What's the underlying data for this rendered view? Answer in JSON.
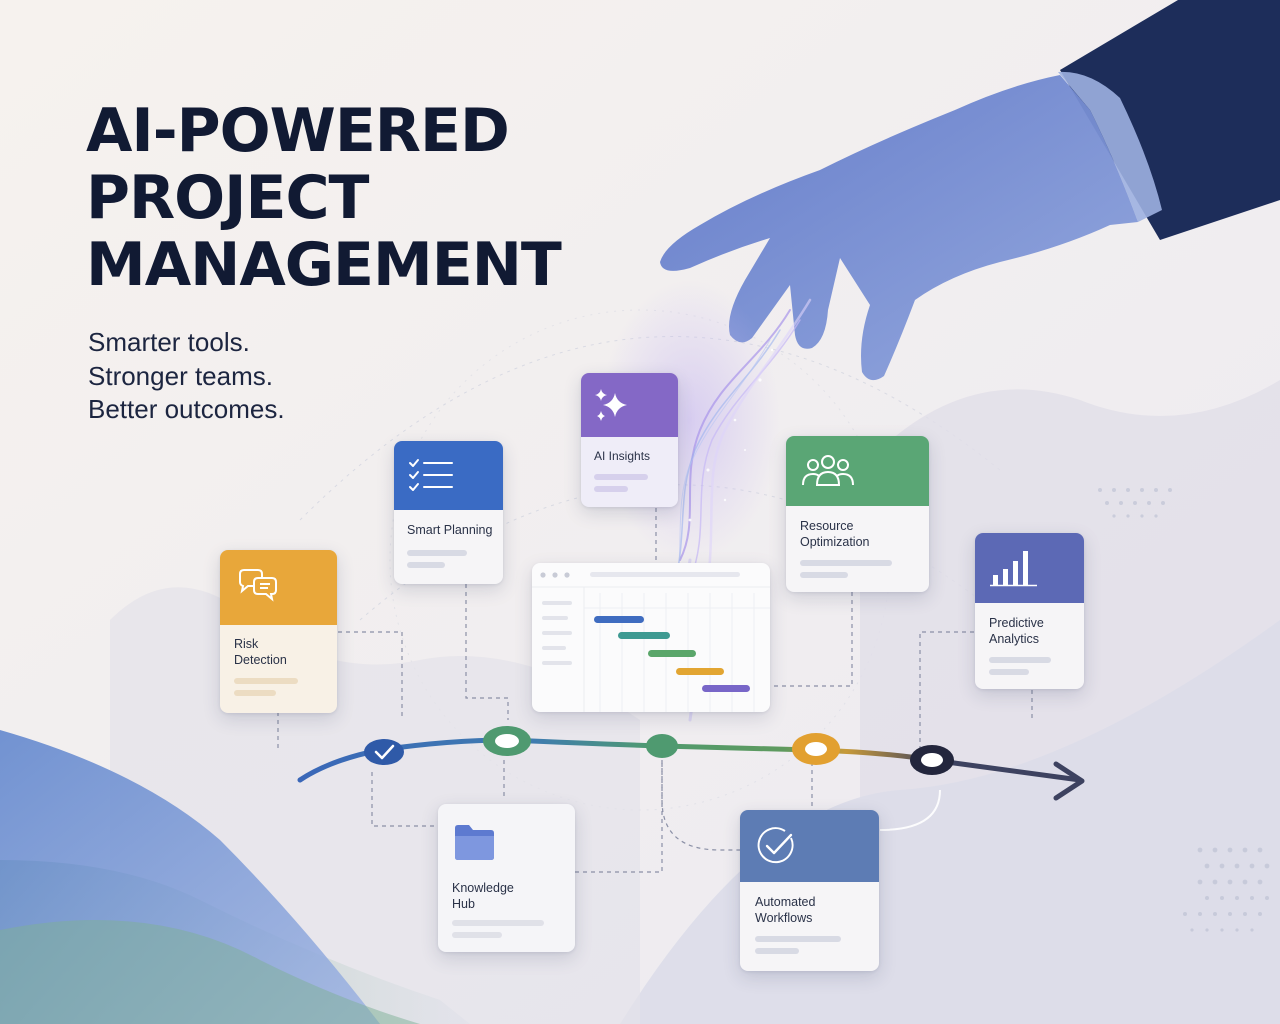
{
  "headline": {
    "line1": "AI-POWERED",
    "line2": "PROJECT",
    "line3": "MANAGEMENT"
  },
  "tagline": {
    "line1": "Smarter tools.",
    "line2": "Stronger teams.",
    "line3": "Better outcomes."
  },
  "cards": {
    "risk_detection": {
      "line1": "Risk",
      "line2": "Detection",
      "color": "#e8a73a",
      "icon": "chat-bubbles-icon"
    },
    "smart_planning": {
      "line1": "Smart Planning",
      "color": "#3a6bc4",
      "icon": "checklist-icon"
    },
    "ai_insights": {
      "line1": "AI Insights",
      "color": "#8468c6",
      "icon": "sparkles-icon"
    },
    "resource_optimization": {
      "line1": "Resource",
      "line2": "Optimization",
      "color": "#5aa675",
      "icon": "team-icon"
    },
    "predictive_analytics": {
      "line1": "Predictive",
      "line2": "Analytics",
      "color": "#5c69b5",
      "icon": "bar-chart-icon"
    },
    "knowledge_hub": {
      "line1": "Knowledge",
      "line2": "Hub",
      "color": "#6a86d2",
      "icon": "folder-icon"
    },
    "automated_workflows": {
      "line1": "Automated",
      "line2": "Workflows",
      "color": "#5d7cb4",
      "icon": "check-circle-icon"
    }
  },
  "colors": {
    "background": "#f3efec",
    "navy": "#1d2d5a",
    "hand": "#6f86d0",
    "timeline_blue": "#2f5aa8",
    "timeline_green": "#4f9a70",
    "timeline_orange": "#e2a030",
    "timeline_dark": "#2a2f4a"
  }
}
